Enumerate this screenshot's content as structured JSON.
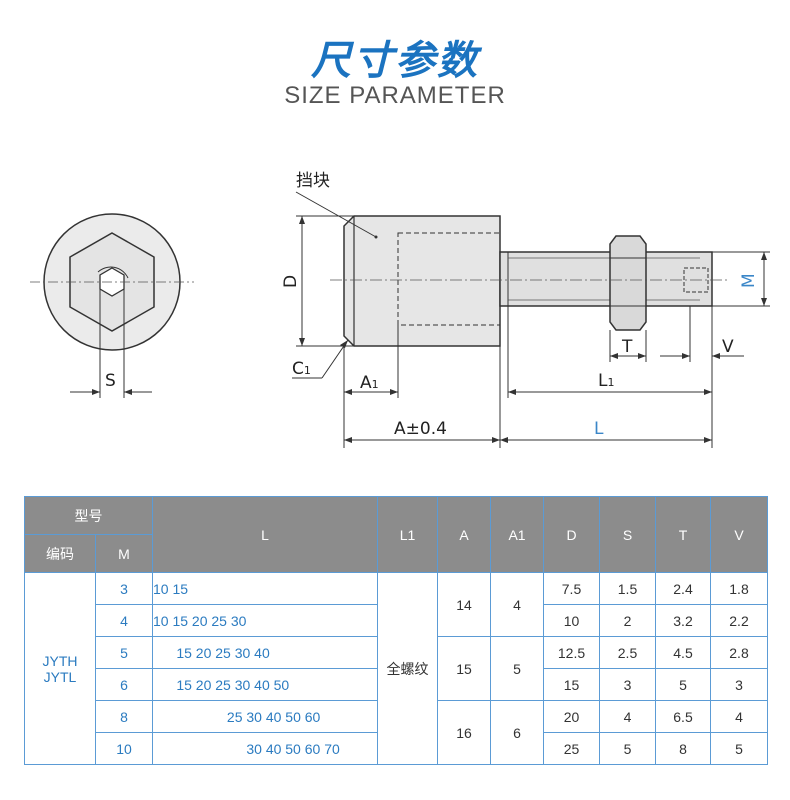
{
  "header": {
    "title_cn": "尺寸参数",
    "title_en": "SIZE PARAMETER"
  },
  "drawing": {
    "label_block": "挡块",
    "label_D": "D",
    "label_C": "C",
    "label_C_sub": "1",
    "label_A1": "A",
    "label_A1_sub": "1",
    "label_A": "A±0.4",
    "label_L": "L",
    "label_L1": "L",
    "label_L1_sub": "1",
    "label_T": "T",
    "label_V": "V",
    "label_M": "M",
    "label_S": "S"
  },
  "table": {
    "header_model": "型号",
    "header_code": "编码",
    "header_M": "M",
    "header_L": "L",
    "header_L1": "L1",
    "header_A": "A",
    "header_A1": "A1",
    "header_D": "D",
    "header_S": "S",
    "header_T": "T",
    "header_V": "V",
    "code_line1": "JYTH",
    "code_line2": "JYTL",
    "L1_value": "全螺纹",
    "rows": [
      {
        "M": "3",
        "L": "10 15",
        "D": "7.5",
        "S": "1.5",
        "T": "2.4",
        "V": "1.8"
      },
      {
        "M": "4",
        "L": "10 15 20 25 30",
        "D": "10",
        "S": "2",
        "T": "3.2",
        "V": "2.2"
      },
      {
        "M": "5",
        "L": "      15 20 25 30 40",
        "D": "12.5",
        "S": "2.5",
        "T": "4.5",
        "V": "2.8"
      },
      {
        "M": "6",
        "L": "      15 20 25 30 40 50",
        "D": "15",
        "S": "3",
        "T": "5",
        "V": "3"
      },
      {
        "M": "8",
        "L": "                   25 30 40 50 60",
        "D": "20",
        "S": "4",
        "T": "6.5",
        "V": "4"
      },
      {
        "M": "10",
        "L": "                        30 40 50 60 70",
        "D": "25",
        "S": "5",
        "T": "8",
        "V": "5"
      }
    ],
    "A_groups": [
      "14",
      "15",
      "16"
    ],
    "A1_groups": [
      "4",
      "5",
      "6"
    ]
  },
  "colors": {
    "title_blue": "#1b73c0",
    "header_gray": "#8c8c8c",
    "table_border": "#5b9bd5",
    "value_blue": "#2b7bc0"
  }
}
